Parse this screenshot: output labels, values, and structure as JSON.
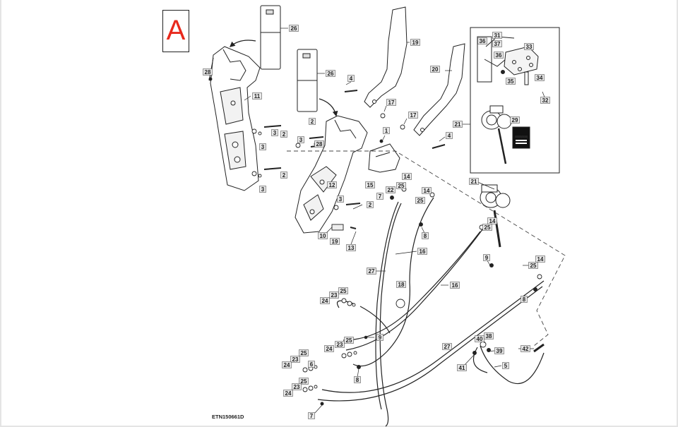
{
  "section_label": "A",
  "figure_code": "ETN150661D",
  "decal_text": "SERVICE",
  "callouts": [
    {
      "id": "c26a",
      "text": "26"
    },
    {
      "id": "c26b",
      "text": "26"
    },
    {
      "id": "c28a",
      "text": "28"
    },
    {
      "id": "c11",
      "text": "11"
    },
    {
      "id": "c19",
      "text": "19"
    },
    {
      "id": "c4a",
      "text": "4"
    },
    {
      "id": "c17a",
      "text": "17"
    },
    {
      "id": "c20",
      "text": "20"
    },
    {
      "id": "c17b",
      "text": "17"
    },
    {
      "id": "c4b",
      "text": "4"
    },
    {
      "id": "c21a",
      "text": "21"
    },
    {
      "id": "c36a",
      "text": "36"
    },
    {
      "id": "c31",
      "text": "31"
    },
    {
      "id": "c37",
      "text": "37"
    },
    {
      "id": "c36b",
      "text": "36"
    },
    {
      "id": "c33",
      "text": "33"
    },
    {
      "id": "c35",
      "text": "35"
    },
    {
      "id": "c34",
      "text": "34"
    },
    {
      "id": "c32",
      "text": "32"
    },
    {
      "id": "c29",
      "text": "29"
    },
    {
      "id": "c2a",
      "text": "2"
    },
    {
      "id": "c3a",
      "text": "3"
    },
    {
      "id": "c3b",
      "text": "3"
    },
    {
      "id": "c2b",
      "text": "2"
    },
    {
      "id": "c3c",
      "text": "3"
    },
    {
      "id": "c2c",
      "text": "2"
    },
    {
      "id": "c3d",
      "text": "3"
    },
    {
      "id": "c28b",
      "text": "28"
    },
    {
      "id": "c1",
      "text": "1"
    },
    {
      "id": "c12",
      "text": "12"
    },
    {
      "id": "c15",
      "text": "15"
    },
    {
      "id": "c22",
      "text": "22"
    },
    {
      "id": "c7a",
      "text": "7"
    },
    {
      "id": "c14a",
      "text": "14"
    },
    {
      "id": "c25a",
      "text": "25"
    },
    {
      "id": "c3e",
      "text": "3"
    },
    {
      "id": "c2d",
      "text": "2"
    },
    {
      "id": "c10",
      "text": "10"
    },
    {
      "id": "c19b",
      "text": "19"
    },
    {
      "id": "c13",
      "text": "13"
    },
    {
      "id": "c21b",
      "text": "21"
    },
    {
      "id": "c14b",
      "text": "14"
    },
    {
      "id": "c25b",
      "text": "25"
    },
    {
      "id": "c14c",
      "text": "14"
    },
    {
      "id": "c25c",
      "text": "25"
    },
    {
      "id": "c8a",
      "text": "8"
    },
    {
      "id": "c16a",
      "text": "16"
    },
    {
      "id": "c9a",
      "text": "9"
    },
    {
      "id": "c27a",
      "text": "27"
    },
    {
      "id": "c14d",
      "text": "14"
    },
    {
      "id": "c25d",
      "text": "25"
    },
    {
      "id": "c16b",
      "text": "16"
    },
    {
      "id": "c18",
      "text": "18"
    },
    {
      "id": "c8b",
      "text": "8"
    },
    {
      "id": "c24a",
      "text": "24"
    },
    {
      "id": "c23a",
      "text": "23"
    },
    {
      "id": "c25e",
      "text": "25"
    },
    {
      "id": "c9b",
      "text": "9"
    },
    {
      "id": "c27b",
      "text": "27"
    },
    {
      "id": "c40",
      "text": "40"
    },
    {
      "id": "c38",
      "text": "38"
    },
    {
      "id": "c39",
      "text": "39"
    },
    {
      "id": "c42",
      "text": "42"
    },
    {
      "id": "c24b",
      "text": "24"
    },
    {
      "id": "c23b",
      "text": "23"
    },
    {
      "id": "c25f",
      "text": "25"
    },
    {
      "id": "c41",
      "text": "41"
    },
    {
      "id": "c5",
      "text": "5"
    },
    {
      "id": "c8c",
      "text": "8"
    },
    {
      "id": "c25g",
      "text": "25"
    },
    {
      "id": "c23c",
      "text": "23"
    },
    {
      "id": "c24c",
      "text": "24"
    },
    {
      "id": "c6",
      "text": "6"
    },
    {
      "id": "c25h",
      "text": "25"
    },
    {
      "id": "c23d",
      "text": "23"
    },
    {
      "id": "c24d",
      "text": "24"
    },
    {
      "id": "c7b",
      "text": "7"
    }
  ]
}
